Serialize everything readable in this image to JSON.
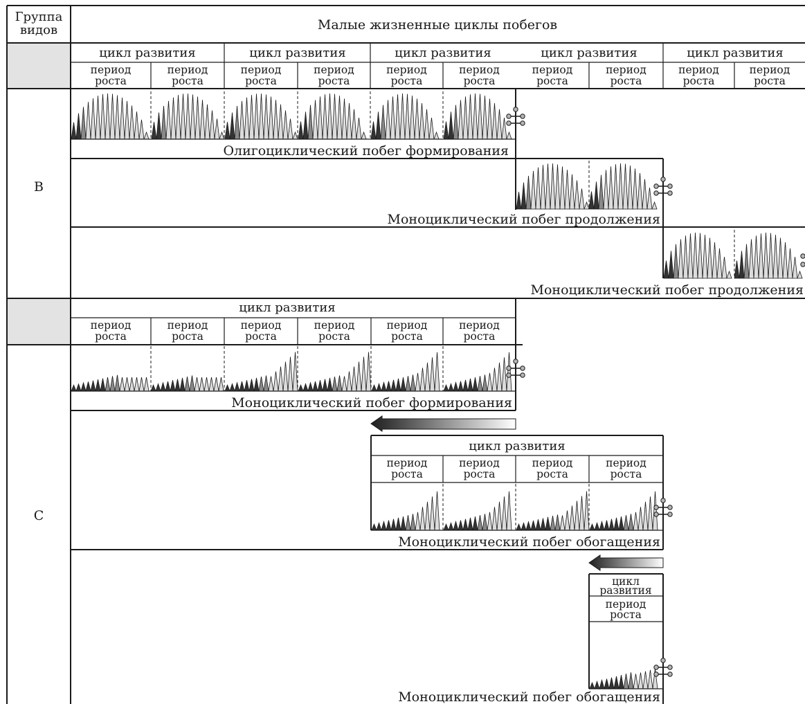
{
  "header": {
    "group_label_line1": "Группа",
    "group_label_line2": "видов",
    "main_title": "Малые жизненные циклы побегов"
  },
  "labels": {
    "cycle": "цикл развития",
    "cycle_line1": "цикл",
    "cycle_line2": "развития",
    "period_line1": "период",
    "period_line2": "роста"
  },
  "groups": {
    "B": "В",
    "C": "С"
  },
  "shoots": {
    "b1": "Олигоциклический побег формирования",
    "b2": "Моноциклический побег продолжения",
    "b3": "Моноциклический побег продолжения",
    "c1": "Моноциклический побег формирования",
    "c2": "Моноциклический побег обогащения",
    "c3": "Моноциклический побег обогащения"
  },
  "colors": {
    "line": "#1a1a1a",
    "header_fill": "#e3e3e3",
    "leaf_dark": "#333333",
    "leaf_mid": "#8a8a8a",
    "leaf_light": "#dcdcdc"
  }
}
